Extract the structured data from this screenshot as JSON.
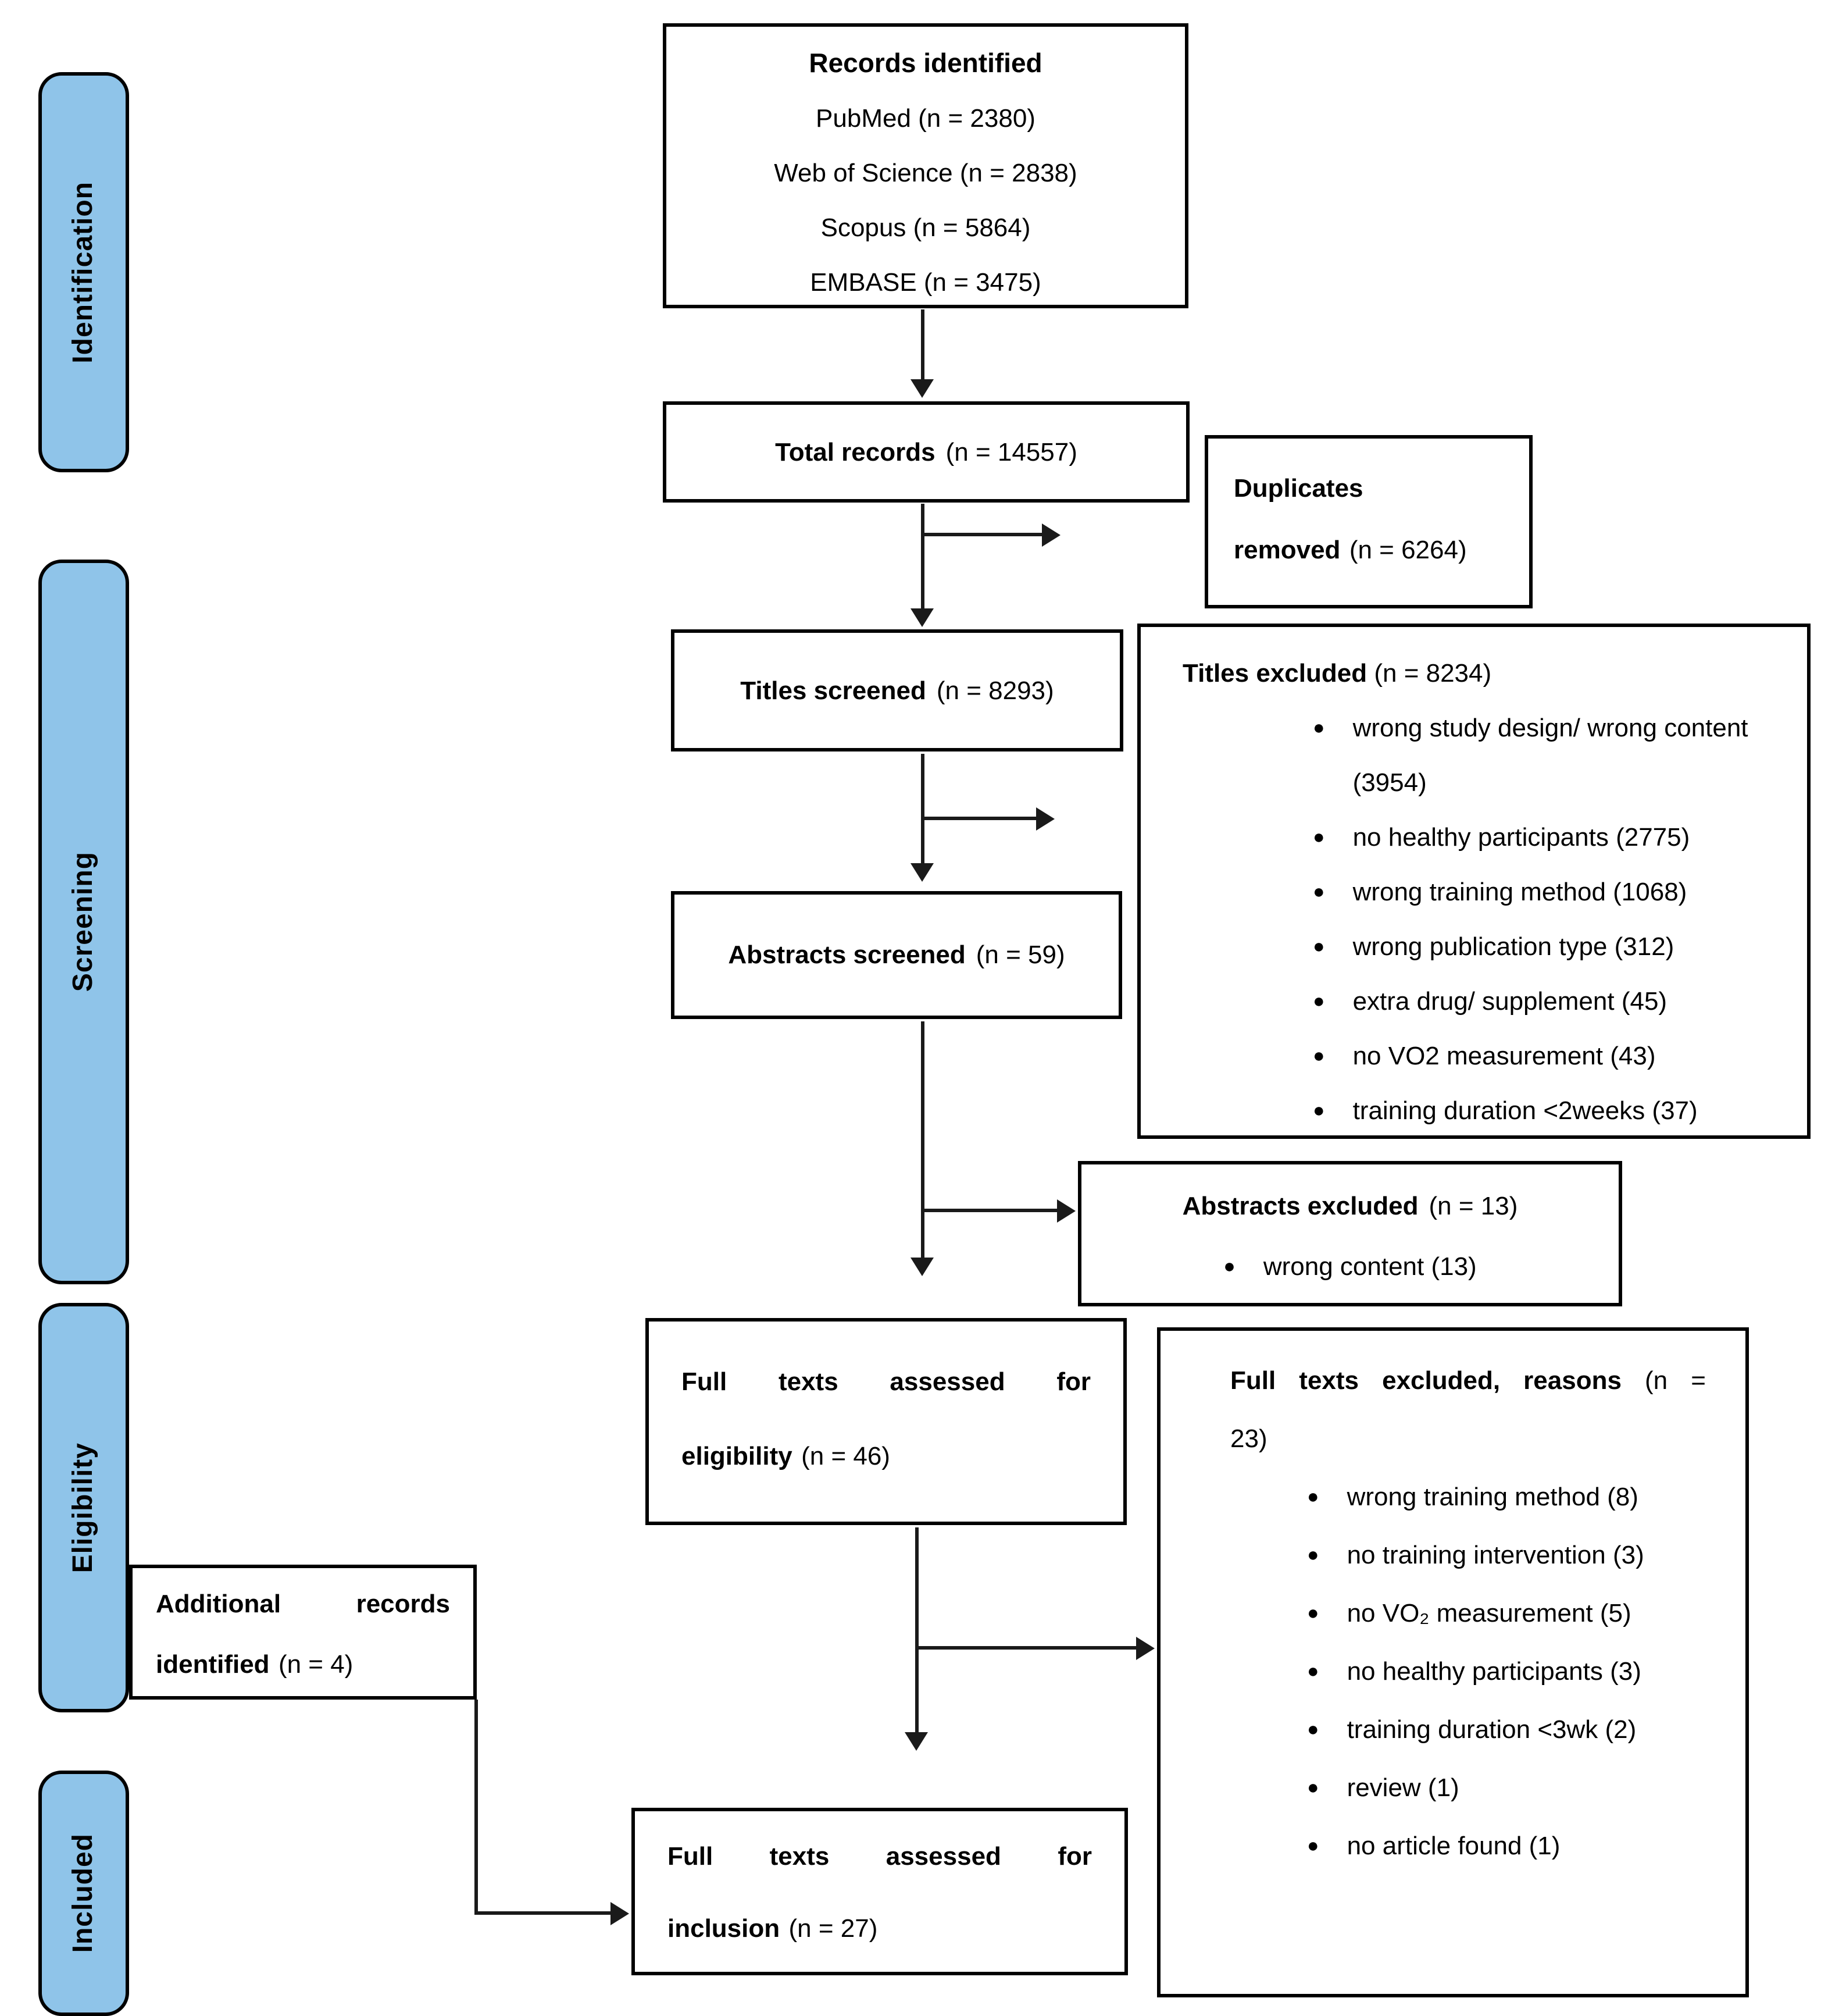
{
  "stages": [
    {
      "label": "Identification"
    },
    {
      "label": "Screening"
    },
    {
      "label": "Eligibility"
    },
    {
      "label": "Included"
    }
  ],
  "colors": {
    "stage_fill": "#8FC4E9",
    "border": "#000000",
    "arrow": "#1a1a1a"
  },
  "boxes": {
    "records_identified": {
      "title": "Records identified",
      "sources": [
        "PubMed (n = 2380)",
        "Web of Science (n = 2838)",
        "Scopus (n = 5864)",
        "EMBASE (n = 3475)"
      ]
    },
    "total_records": {
      "bold": "Total records",
      "rest": "(n = 14557)"
    },
    "duplicates_removed": {
      "line1_bold": "Duplicates",
      "line2_bold": "removed",
      "line2_rest": "(n = 6264)"
    },
    "titles_screened": {
      "bold": "Titles screened",
      "rest": "(n = 8293)"
    },
    "titles_excluded": {
      "bold": "Titles excluded",
      "rest": "(n = 8234)",
      "bullets": [
        "wrong study design/ wrong content (3954)",
        "no healthy participants (2775)",
        "wrong training method (1068)",
        "wrong publication type (312)",
        "extra drug/ supplement (45)",
        "no VO2 measurement (43)",
        "training duration <2weeks (37)"
      ]
    },
    "abstracts_screened": {
      "bold": "Abstracts screened",
      "rest": "(n = 59)"
    },
    "abstracts_excluded": {
      "bold": "Abstracts excluded",
      "rest": "(n = 13)",
      "bullets": [
        "wrong content (13)"
      ]
    },
    "fulltexts_eligibility": {
      "line1_bold": "Full texts assessed for",
      "line2_bold": "eligibility",
      "line2_rest": "(n = 46)"
    },
    "fulltexts_excluded": {
      "title_line1_bold": "Full texts excluded, reasons",
      "title_line1_rest": "(n =",
      "title_line2": "23)",
      "bullets": [
        "wrong training method (8)",
        "no training intervention (3)",
        "no VO₂ measurement (5)",
        "no healthy participants (3)",
        "training duration <3wk (2)",
        "review (1)",
        "no article found (1)"
      ]
    },
    "additional_records": {
      "line1_bold": "Additional records",
      "line2_bold": "identified",
      "line2_rest": "(n = 4)"
    },
    "fulltexts_inclusion": {
      "line1_bold": "Full texts assessed for",
      "line2_bold": "inclusion",
      "line2_rest": "(n = 27)"
    }
  }
}
